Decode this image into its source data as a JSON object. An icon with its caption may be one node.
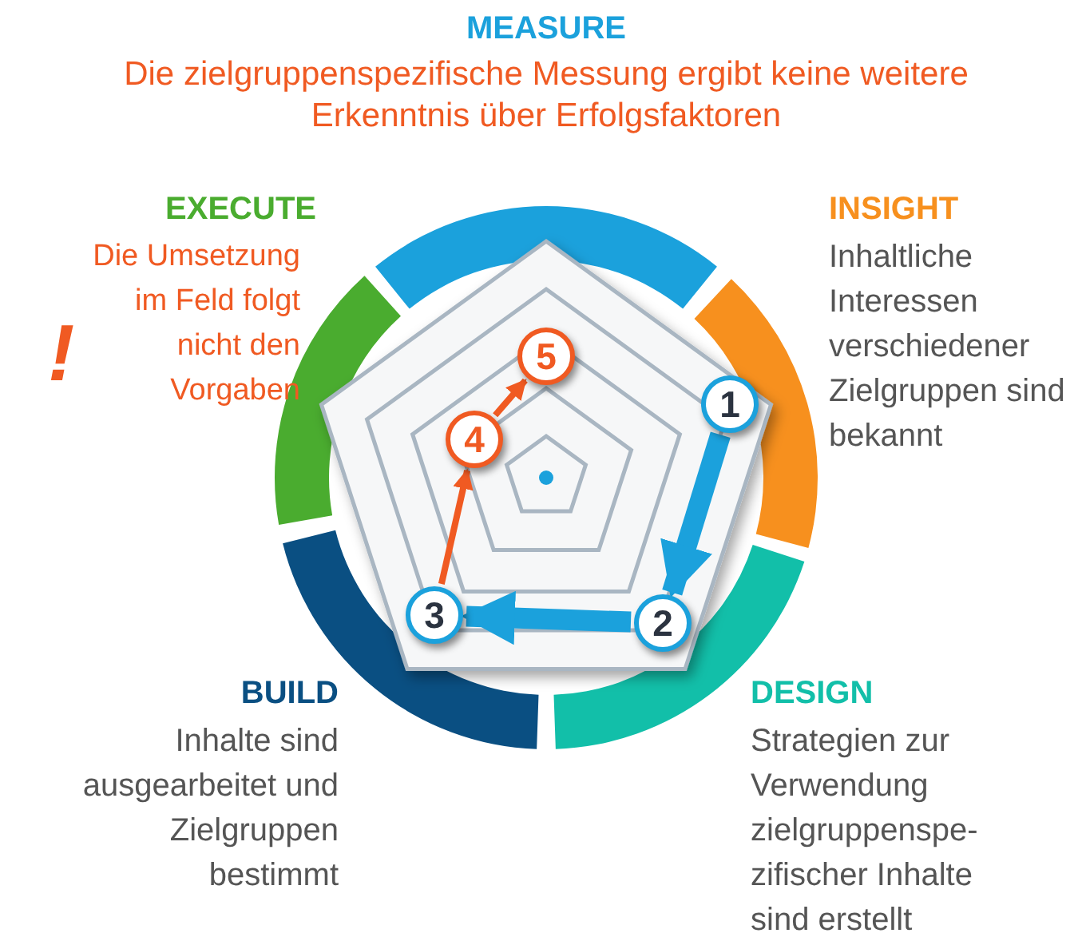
{
  "diagram": {
    "nodes": [
      {
        "text": [
          "1"
        ]
      },
      {
        "text": [
          "2"
        ]
      },
      {
        "text": [
          "3"
        ]
      },
      {
        "text": [
          "4"
        ]
      },
      {
        "text": [
          "5"
        ]
      }
    ],
    "edges": [
      {
        "from": 0,
        "to": 1,
        "arrow": "to",
        "style": "thick"
      },
      {
        "from": 1,
        "to": 2,
        "arrow": "to",
        "style": "thick"
      },
      {
        "from": 2,
        "to": 3,
        "arrow": "to",
        "color": "#f05a22"
      },
      {
        "from": 3,
        "to": 4,
        "arrow": "to",
        "color": "#f05a22"
      }
    ],
    "labels": [
      "MEASURE",
      "Die zielgruppenspezifische Messung ergibt keine weitere Erkenntnis über Erfolgsfaktoren",
      "EXECUTE",
      "Die Umsetzung im Feld folgt nicht den Vorgaben",
      "!",
      "INSIGHT",
      "Inhaltliche Interessen verschiedener Zielgruppen sind bekannt",
      "BUILD",
      "Inhalte sind ausgearbeitet und Zielgruppen bestimmt",
      "DESIGN",
      "Strategien zur Verwendung zielgruppenspe-zifischer Inhalte sind erstellt"
    ]
  }
}
